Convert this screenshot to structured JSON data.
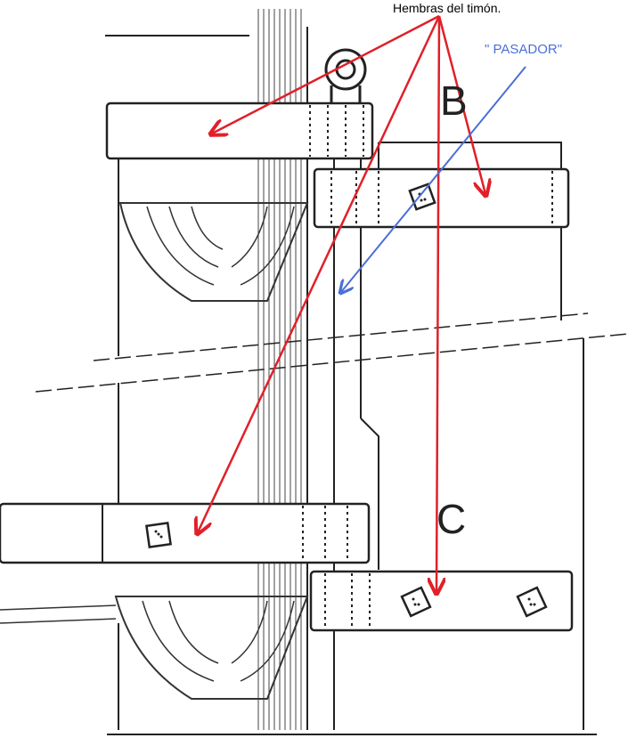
{
  "labels": {
    "hembras": "Hembras del timón.",
    "pasador": "\" PASADOR\""
  },
  "letters": {
    "b": "B",
    "c": "C"
  },
  "colors": {
    "ink": "#222222",
    "annotation_red": "#e0202a",
    "annotation_blue": "#4a6fd8",
    "paper": "#ffffff"
  }
}
